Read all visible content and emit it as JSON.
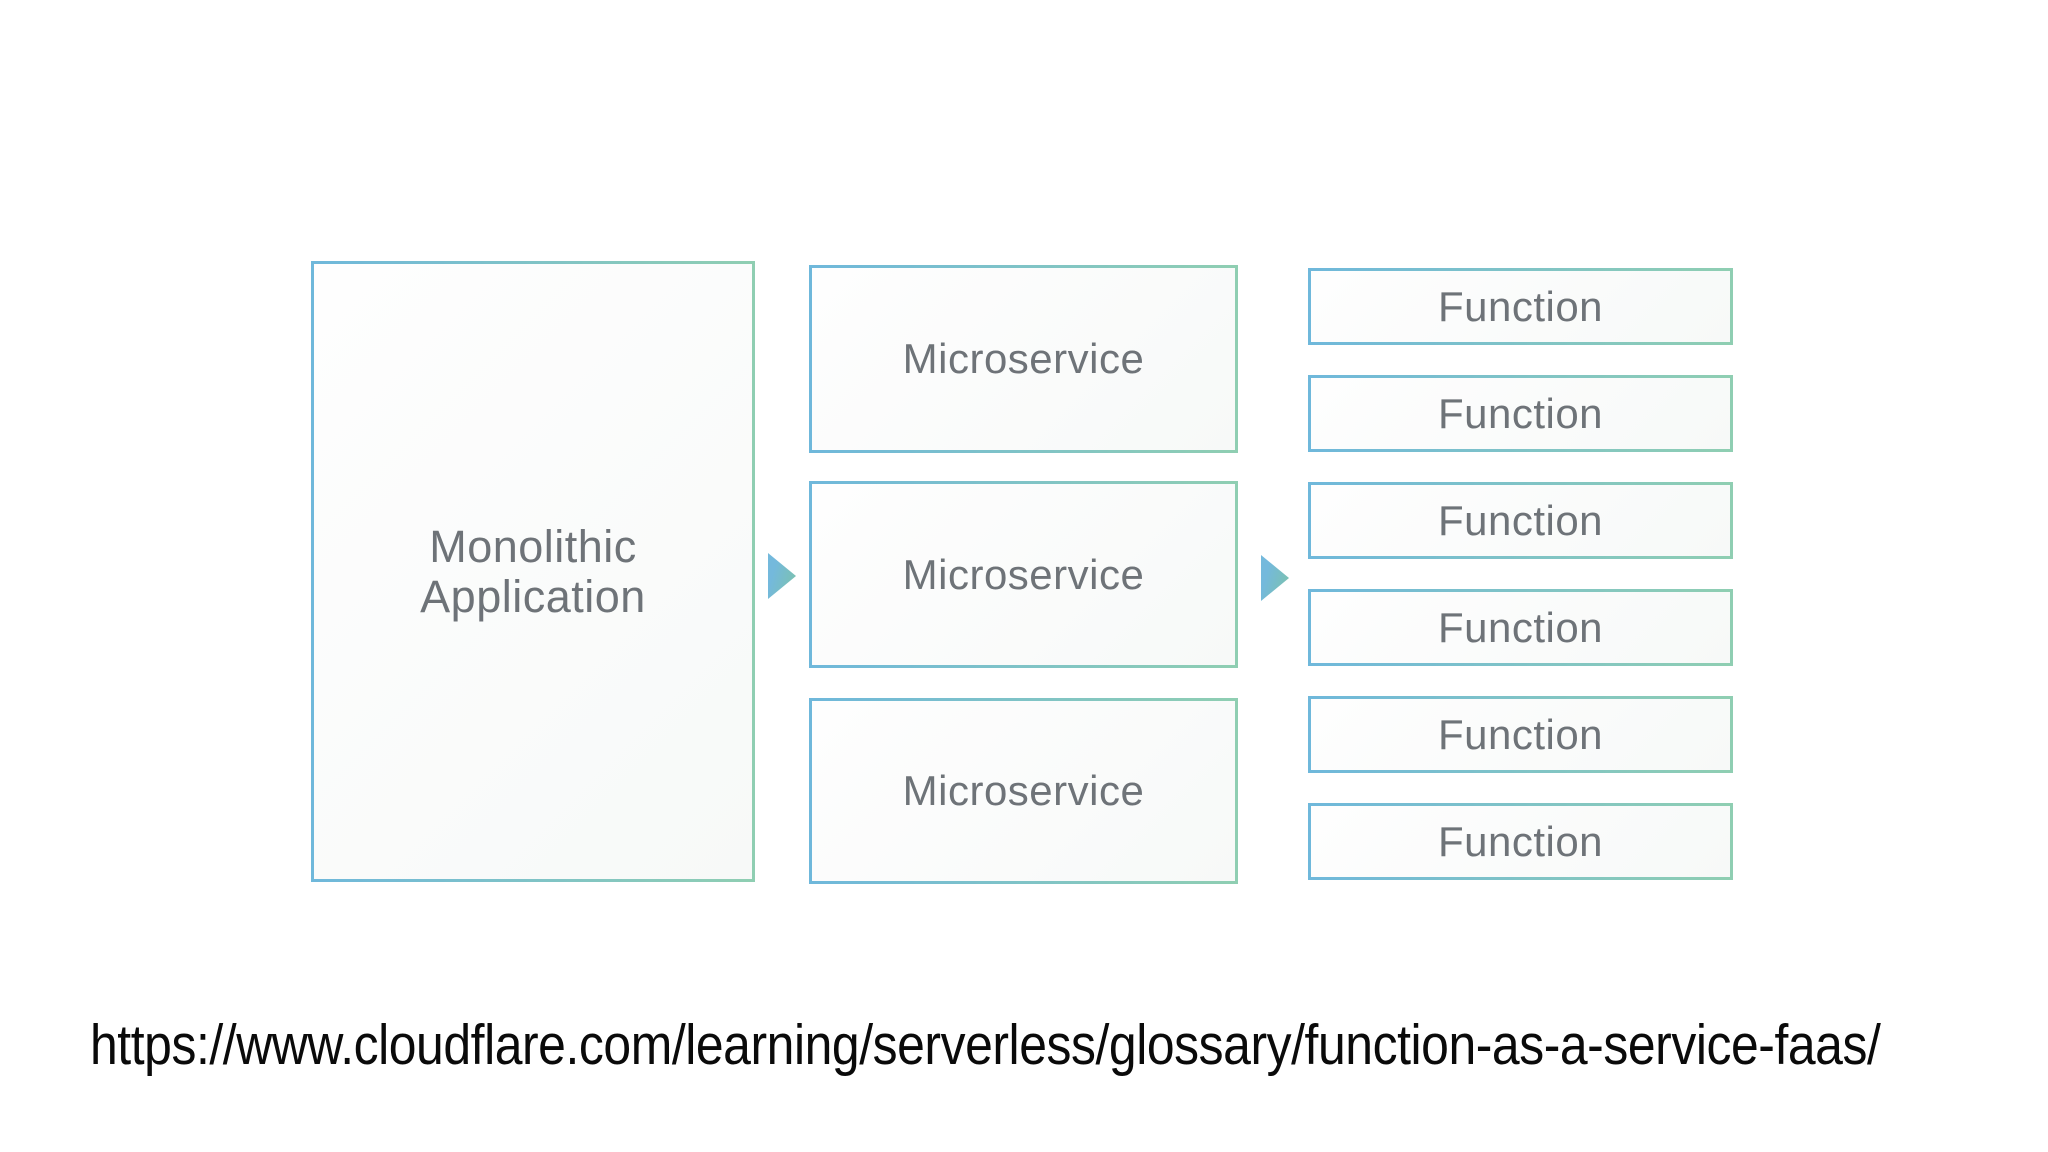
{
  "slide": {
    "background": "#ffffff"
  },
  "diagram": {
    "monolith": {
      "label": "Monolithic\nApplication"
    },
    "microservices": [
      {
        "label": "Microservice"
      },
      {
        "label": "Microservice"
      },
      {
        "label": "Microservice"
      }
    ],
    "functions": [
      {
        "label": "Function"
      },
      {
        "label": "Function"
      },
      {
        "label": "Function"
      },
      {
        "label": "Function"
      },
      {
        "label": "Function"
      },
      {
        "label": "Function"
      }
    ],
    "arrows": [
      {
        "icon": "right-triangle"
      },
      {
        "icon": "right-triangle"
      }
    ]
  },
  "colors": {
    "border_gradient_start_blue": "#6fb8db",
    "border_gradient_end_green": "#8fceb2",
    "arrow_gradient_start_blue": "#74b9dc",
    "arrow_gradient_end_green": "#7cc2ad",
    "box_label_text": "#6e7378",
    "url_text": "#0a0a0a",
    "box_fill": "#f9fafa"
  },
  "footer": {
    "url": "https://www.cloudflare.com/learning/serverless/glossary/function-as-a-service-faas/"
  }
}
